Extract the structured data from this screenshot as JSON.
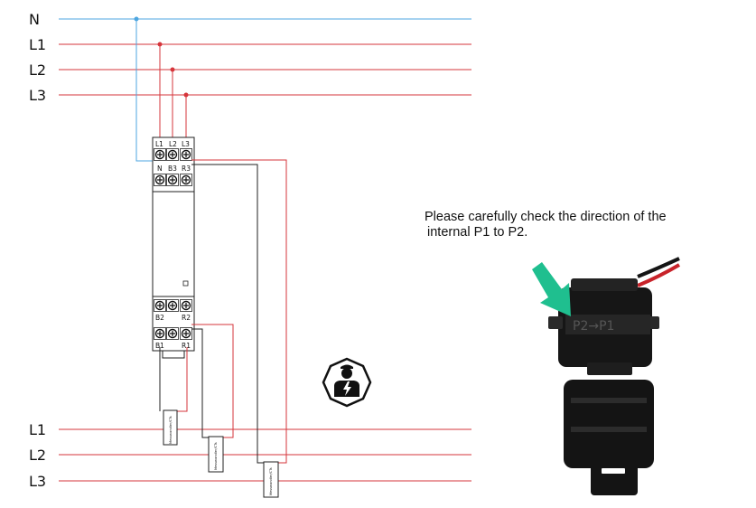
{
  "buses_top": [
    {
      "label": "N",
      "color": "#4da6e0"
    },
    {
      "label": "L1",
      "color": "#d6353b"
    },
    {
      "label": "L2",
      "color": "#d6353b"
    },
    {
      "label": "L3",
      "color": "#d6353b"
    }
  ],
  "buses_bottom": [
    {
      "label": "L1",
      "color": "#d6353b"
    },
    {
      "label": "L2",
      "color": "#d6353b"
    },
    {
      "label": "L3",
      "color": "#d6353b"
    }
  ],
  "meter": {
    "top_row1": [
      "L1",
      "L2",
      "L3"
    ],
    "top_row2": [
      "N",
      "B3",
      "R3"
    ],
    "bottom_row1": [
      "B2",
      "R2"
    ],
    "bottom_row2": [
      "B1",
      "R1"
    ]
  },
  "ct_label": "Messwandler/CTs",
  "note": {
    "line1": "Please carefully check the direction of the",
    "line2": "internal P1 to P2."
  },
  "photo": {
    "clip_text": "P2→P1",
    "arrow_color": "#1fbf8f"
  },
  "icons": {
    "electrician": "electrician-warning-icon"
  }
}
